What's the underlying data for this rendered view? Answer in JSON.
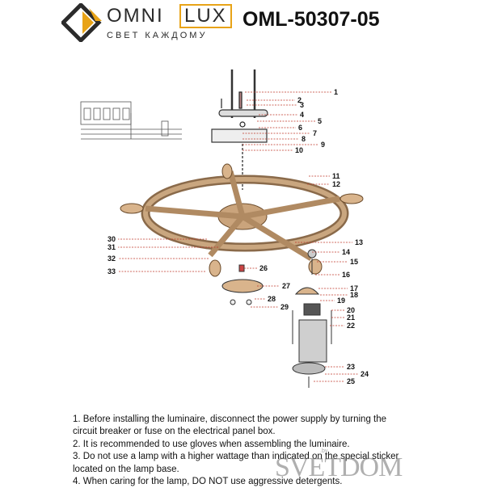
{
  "brand": {
    "name_left": "OMNI",
    "name_right": "LUX",
    "tagline": "СВЕТ КАЖДОМУ",
    "accent": "#e8a317"
  },
  "model": "OML-50307-05",
  "callouts": [
    {
      "num": "1",
      "row": 0
    },
    {
      "num": "2",
      "row": 1
    },
    {
      "num": "3",
      "row": 2
    },
    {
      "num": "4",
      "row": 3
    },
    {
      "num": "5",
      "row": 4
    },
    {
      "num": "6",
      "row": 5
    },
    {
      "num": "7",
      "row": 6
    },
    {
      "num": "8",
      "row": 7
    },
    {
      "num": "9",
      "row": 8
    },
    {
      "num": "10",
      "row": 9
    },
    {
      "num": "11",
      "row": 10
    },
    {
      "num": "12",
      "row": 11
    },
    {
      "num": "13",
      "row": 12
    },
    {
      "num": "14",
      "row": 13
    },
    {
      "num": "15",
      "row": 14
    },
    {
      "num": "16",
      "row": 15
    },
    {
      "num": "17",
      "row": 16
    },
    {
      "num": "18",
      "row": 17
    },
    {
      "num": "19",
      "row": 18
    },
    {
      "num": "20",
      "row": 19
    },
    {
      "num": "21",
      "row": 20
    },
    {
      "num": "22",
      "row": 21
    },
    {
      "num": "23",
      "row": 22
    },
    {
      "num": "24",
      "row": 23
    },
    {
      "num": "25",
      "row": 24
    },
    {
      "num": "26",
      "row": 25
    },
    {
      "num": "27",
      "row": 26
    },
    {
      "num": "28",
      "row": 27
    },
    {
      "num": "29",
      "row": 28
    },
    {
      "num": "30",
      "row": 29
    },
    {
      "num": "31",
      "row": 30
    },
    {
      "num": "32",
      "row": 31
    },
    {
      "num": "33",
      "row": 32
    }
  ],
  "notes": [
    "1. Before installing the luminaire, disconnect the power supply by turning the",
    "circuit breaker or fuse on the electrical panel box.",
    "2. It is recommended to use gloves when assembling the luminaire.",
    "3. Do not use a lamp with a higher wattage than indicated on the special sticker",
    "located on the lamp base.",
    "4. When caring for the lamp, DO NOT use aggressive detergents."
  ],
  "watermark": {
    "text": "SVETDOM",
    "suffix": ".by"
  }
}
